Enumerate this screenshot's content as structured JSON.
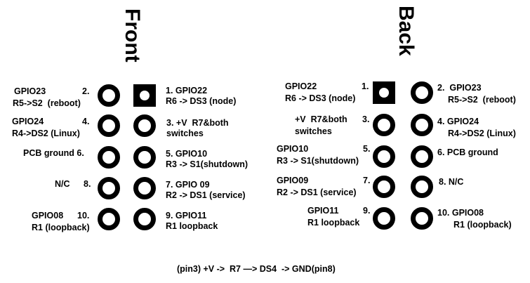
{
  "front": {
    "title": "Front",
    "left": [
      {
        "name": "GPIO23",
        "num": "2.",
        "sub": "R5->S2  (reboot)"
      },
      {
        "name": "GPIO24",
        "num": "4.",
        "sub": "R4->DS2 (Linux)"
      },
      {
        "name": "PCB ground 6."
      },
      {
        "name": "N/C",
        "num": "8."
      },
      {
        "name": "GPIO08",
        "num": "10.",
        "sub": "R1 (loopback)"
      }
    ],
    "right": [
      {
        "line1": "1. GPIO22",
        "line2": "R6 -> DS3 (node)"
      },
      {
        "line1": "3. +V  R7&both",
        "line2": "switches"
      },
      {
        "line1": "5. GPIO10",
        "line2": "R3 -> S1(shutdown)"
      },
      {
        "line1": "7. GPIO 09",
        "line2": "R2 -> DS1 (service)"
      },
      {
        "line1": "9. GPIO11",
        "line2": "R1 loopback"
      }
    ]
  },
  "back": {
    "title": "Back",
    "left": [
      {
        "name": "GPIO22",
        "num": "1.",
        "sub": "R6 -> DS3 (node)"
      },
      {
        "name": "+V  R7&both",
        "num": "3.",
        "sub": "switches"
      },
      {
        "name": "GPIO10",
        "num": "5.",
        "sub": "R3 -> S1(shutdown)"
      },
      {
        "name": "GPIO09",
        "num": "7.",
        "sub": "R2 -> DS1 (service)"
      },
      {
        "name": "GPIO11",
        "num": "9.",
        "sub": "R1 loopback"
      }
    ],
    "right": [
      {
        "line1": "2.  GPIO23",
        "line2": "R5->S2  (reboot)"
      },
      {
        "line1": "4. GPIO24",
        "line2": "R4->DS2 (Linux)"
      },
      {
        "line1": "6. PCB ground"
      },
      {
        "line1": "8. N/C"
      },
      {
        "line1": "10. GPIO08",
        "line2": "R1 (loopback)"
      }
    ]
  },
  "footer": "(pin3) +V ->  R7 —> DS4  -> GND(pin8)"
}
